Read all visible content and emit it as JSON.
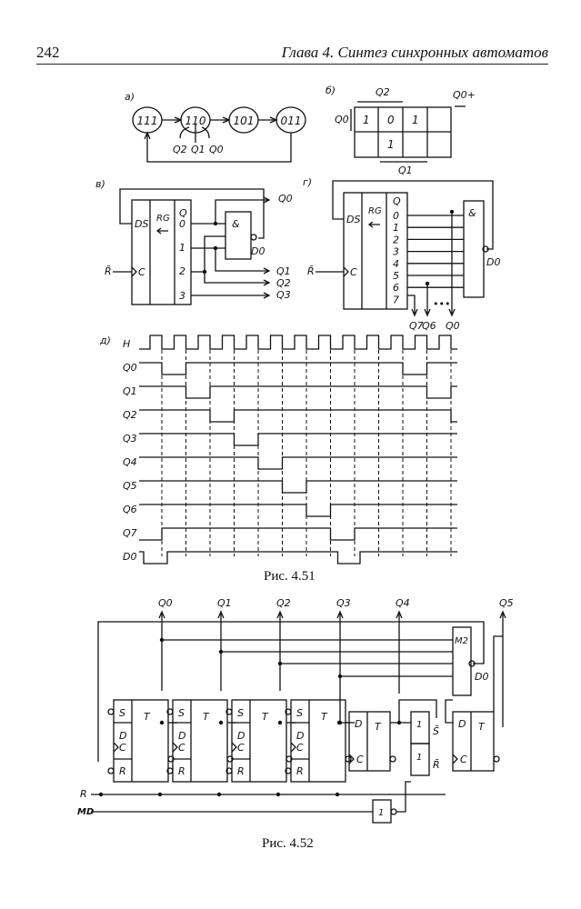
{
  "header": {
    "page_number": "242",
    "running_title": "Глава 4.  Синтез синхронных автоматов"
  },
  "figure_4_51": {
    "caption": "Рис. 4.51",
    "part_a": {
      "label": "а)",
      "states": [
        "111",
        "110",
        "101",
        "011"
      ],
      "bit_labels": [
        "Q2",
        "Q1",
        "Q0"
      ]
    },
    "part_b": {
      "label": "б)",
      "top_label": "Q2",
      "left_label": "Q0",
      "corner_label": "Q0+",
      "bottom_label": "Q1",
      "cells": [
        [
          "1",
          "0",
          "1",
          ""
        ],
        [
          "",
          "1",
          "",
          ""
        ]
      ]
    },
    "part_v": {
      "label": "в)",
      "register": "RG",
      "inputs": [
        "DS",
        "C"
      ],
      "clock": "R̄",
      "outputs": [
        "0",
        "1",
        "2",
        "3"
      ],
      "q_header": "Q",
      "gate": "&",
      "gate_output": "D0",
      "signals": [
        "Q0",
        "Q1",
        "Q2",
        "Q3"
      ]
    },
    "part_g": {
      "label": "г)",
      "register": "RG",
      "inputs": [
        "DS",
        "C"
      ],
      "clock": "R̄",
      "outputs": [
        "0",
        "1",
        "2",
        "3",
        "4",
        "5",
        "6",
        "7"
      ],
      "q_header": "Q",
      "gate": "&",
      "gate_output": "D0",
      "signals": [
        "Q7",
        "Q6",
        "Q0"
      ],
      "ellipsis": "•••"
    },
    "part_d": {
      "label": "д)",
      "signals": [
        "Н",
        "Q0",
        "Q1",
        "Q2",
        "Q3",
        "Q4",
        "Q5",
        "Q6",
        "Q7",
        "D0"
      ]
    }
  },
  "figure_4_52": {
    "caption": "Рис. 4.52",
    "outputs": [
      "Q0",
      "Q1",
      "Q2",
      "Q3",
      "Q4",
      "Q5"
    ],
    "trigger_labels": {
      "s": "S",
      "t": "T",
      "d": "D",
      "c": "C",
      "r": "R"
    },
    "xor_gate": "M2",
    "xor_output": "D0",
    "or_gate": "1",
    "set_label": "S̄",
    "reset_label": "R̄",
    "inputs": [
      "R",
      "МD"
    ]
  }
}
